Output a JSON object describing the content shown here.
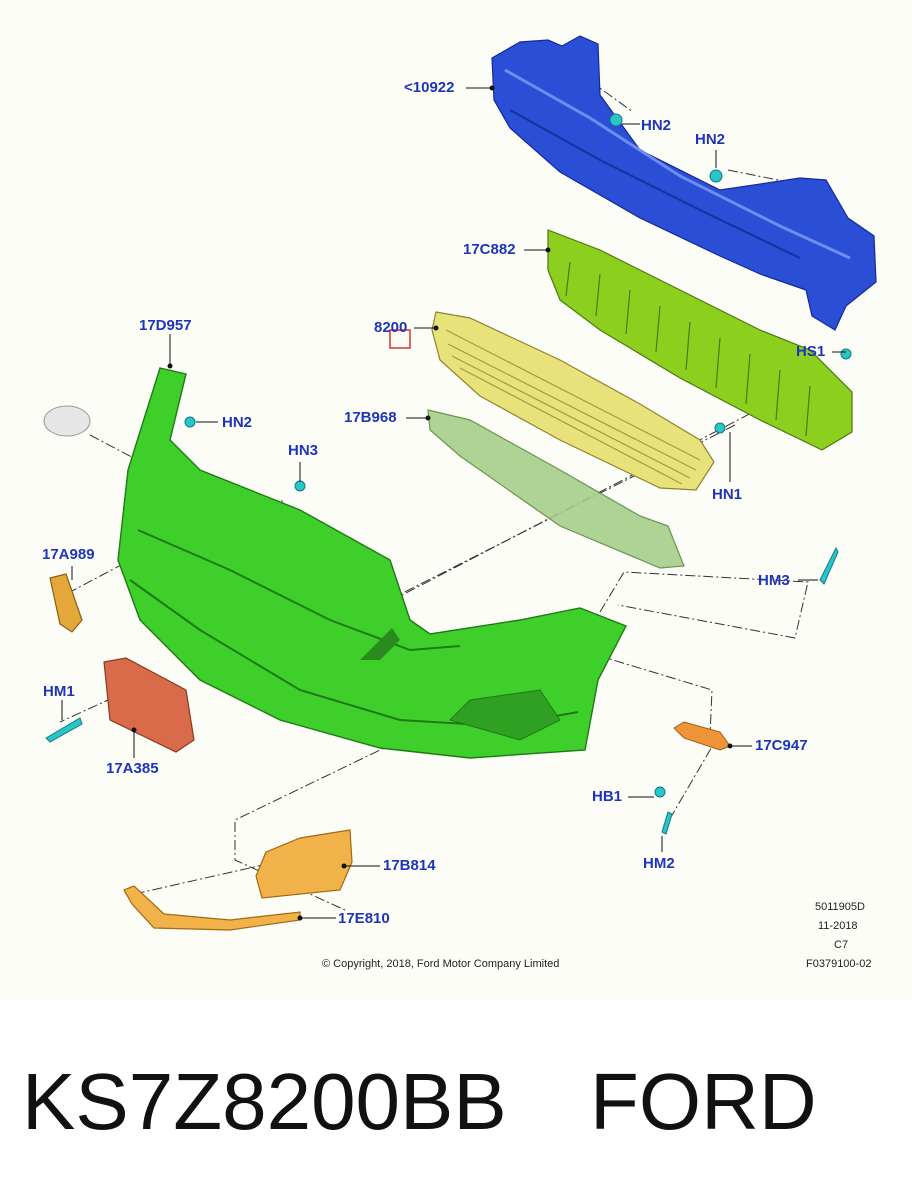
{
  "callouts": [
    {
      "id": "c10922",
      "label": "<10922"
    },
    {
      "id": "hn2a",
      "label": "HN2"
    },
    {
      "id": "hn2b",
      "label": "HN2"
    },
    {
      "id": "c17c882",
      "label": "17C882"
    },
    {
      "id": "c17d957",
      "label": "17D957"
    },
    {
      "id": "c8200",
      "label": "8200"
    },
    {
      "id": "hs1",
      "label": "HS1"
    },
    {
      "id": "c17b968",
      "label": "17B968"
    },
    {
      "id": "hn2c",
      "label": "HN2"
    },
    {
      "id": "hn3",
      "label": "HN3"
    },
    {
      "id": "hn1",
      "label": "HN1"
    },
    {
      "id": "c17a989",
      "label": "17A989"
    },
    {
      "id": "hm3",
      "label": "HM3"
    },
    {
      "id": "hm1",
      "label": "HM1"
    },
    {
      "id": "c17a385",
      "label": "17A385"
    },
    {
      "id": "c17c947",
      "label": "17C947"
    },
    {
      "id": "hb1",
      "label": "HB1"
    },
    {
      "id": "hm2",
      "label": "HM2"
    },
    {
      "id": "c17b814",
      "label": "17B814"
    },
    {
      "id": "c17e810",
      "label": "17E810"
    }
  ],
  "info_block": [
    "5011905D",
    "11-2018",
    "C7",
    "F0379100-02"
  ],
  "copyright": "© Copyright, 2018, Ford Motor Company Limited",
  "part_number": "KS7Z8200BB",
  "brand": "FORD",
  "colors": {
    "callout_text": "#1f35b8",
    "reinforcement": "#2a4fd6",
    "absorber": "#8ccf1f",
    "grille": "#e8e27a",
    "lower_grille": "#a6cf8a",
    "bumper_cover": "#3fcf2a",
    "bracket": "#d96a4a",
    "trim": "#f2b24a",
    "fastener": "#29c6c9",
    "highlight_box": "#e0302a"
  }
}
